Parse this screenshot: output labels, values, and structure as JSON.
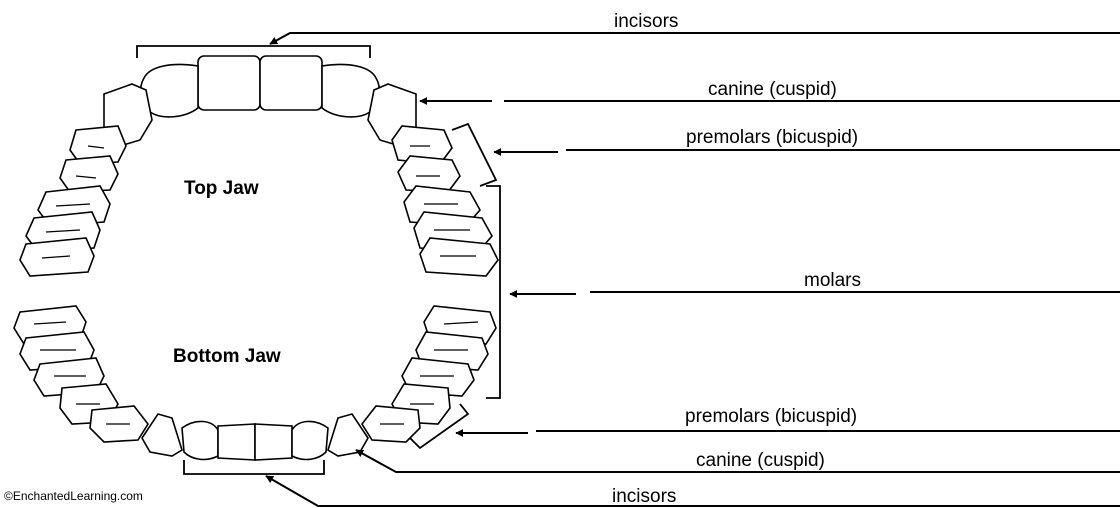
{
  "labels": {
    "incisors_top": "incisors",
    "canine_top": "canine (cuspid)",
    "premolars_top": "premolars (bicuspid)",
    "molars": "molars",
    "premolars_bottom": "premolars (bicuspid)",
    "canine_bottom": "canine (cuspid)",
    "incisors_bottom": "incisors"
  },
  "jaws": {
    "top": "Top Jaw",
    "bottom": "Bottom Jaw"
  },
  "credit": "©EnchantedLearning.com"
}
